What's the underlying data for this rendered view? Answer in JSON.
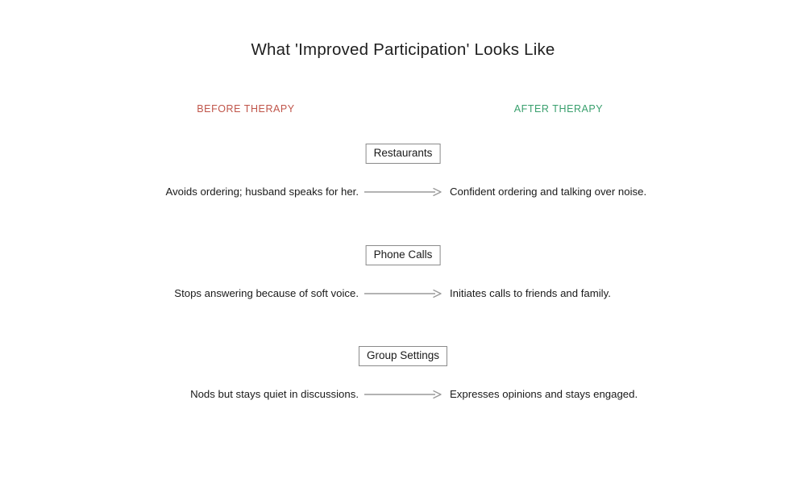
{
  "title": "What 'Improved Participation' Looks Like",
  "columns": {
    "before_label": "BEFORE THERAPY",
    "after_label": "AFTER THERAPY",
    "before_color": "#c0554a",
    "after_color": "#3aa06e"
  },
  "arrow": {
    "icon": "arrow-right-icon",
    "color": "#9a9a9a"
  },
  "rows": [
    {
      "category": "Restaurants",
      "before": "Avoids ordering; husband speaks for her.",
      "after": "Confident ordering and talking over noise."
    },
    {
      "category": "Phone Calls",
      "before": "Stops answering because of soft voice.",
      "after": "Initiates calls to friends and family."
    },
    {
      "category": "Group Settings",
      "before": "Nods but stays quiet in discussions.",
      "after": "Expresses opinions and stays engaged."
    }
  ]
}
